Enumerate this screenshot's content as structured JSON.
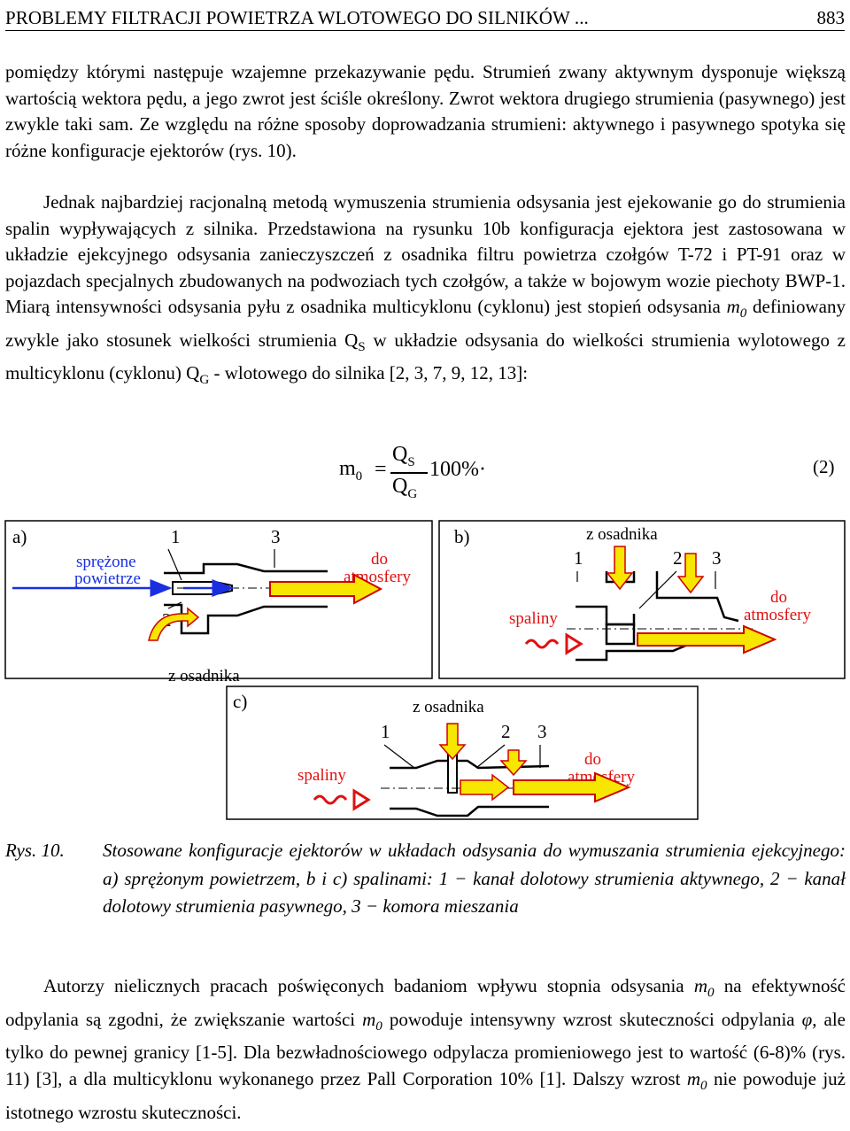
{
  "header": {
    "title": "PROBLEMY FILTRACJI POWIETRZA WLOTOWEGO DO SILNIKÓW ...",
    "page_number": "883"
  },
  "paragraph1": "pomiędzy którymi następuje wzajemne przekazywanie pędu. Strumień zwany aktywnym dysponuje większą wartością wektora pędu, a jego zwrot jest ściśle określony. Zwrot wektora drugiego strumienia (pasywnego) jest zwykle taki sam. Ze względu na różne sposoby doprowadzania strumieni: aktywnego i pasywnego spotyka się różne konfiguracje ejektorów (rys. 10).",
  "paragraph2": {
    "t1": "Jednak najbardziej racjonalną metodą wymuszenia strumienia odsysania jest ejekowanie go do strumienia spalin wypływających z silnika. Przedstawiona na rysunku 10b konfiguracja ejektora jest zastosowana w układzie ejekcyjnego odsysania zanieczyszczeń z osadnika filtru powietrza czołgów T-72 i PT-91 oraz w pojazdach specjalnych zbudowanych na podwoziach tych czołgów, a także w bojowym wozie piechoty BWP-1. Miarą intensywności odsysania pyłu z osadnika multicyklonu (cyklonu) jest stopień odsysania ",
    "sym_m": "m",
    "sub_0": "0",
    "t2": " definiowany zwykle jako stosunek wielkości strumienia Q",
    "sub_S": "S",
    "t3": " w układzie odsysania do wielkości strumienia wylotowego z multicyklonu (cyklonu) Q",
    "sub_G": "G",
    "t4": " - wlotowego do silnika [2, 3, 7, 9, 12, 13]:"
  },
  "equation": {
    "lhs": "m",
    "lhs_sub": "0",
    "equals": "=",
    "numerator": "Q",
    "numerator_sub": "S",
    "denominator": "Q",
    "denominator_sub": "G",
    "factor": "100%",
    "dot": "·",
    "number": "(2)"
  },
  "figure": {
    "panel_a": {
      "label": "a)",
      "label_inlet_1": "sprężone",
      "label_inlet_2": "powietrze",
      "label_outlet_1": "do",
      "label_outlet_2": "atmosfery",
      "label_1": "1",
      "label_2": "2",
      "label_3": "3",
      "label_bottom": "z osadnika"
    },
    "panel_b": {
      "label": "b)",
      "label_top": "z osadnika",
      "label_1": "1",
      "label_2": "2",
      "label_3": "3",
      "label_inlet": "spaliny",
      "label_outlet_1": "do",
      "label_outlet_2": "atmosfery"
    },
    "panel_c": {
      "label": "c)",
      "label_top": "z osadnika",
      "label_1": "1",
      "label_2": "2",
      "label_3": "3",
      "label_inlet": "spaliny",
      "label_outlet_1": "do",
      "label_outlet_2": "atmosfery"
    },
    "colors": {
      "blue_arrow": "#1a2fe0",
      "red_arrow": "#e01010",
      "yellow_arrow": "#f7e600",
      "arrow_outline": "#d00000",
      "frame": "#000000"
    }
  },
  "caption": {
    "label": "Rys. 10.",
    "text": "Stosowane konfiguracje ejektorów w układach odsysania do wymuszania strumienia ejekcyjnego: a) sprężonym powietrzem, b i c) spalinami: 1 − kanał dolotowy strumienia aktywnego, 2 − kanał dolotowy strumienia pasywnego, 3 − komora mieszania"
  },
  "paragraph3": {
    "t1": "Autorzy nielicznych pracach poświęconych badaniom wpływu stopnia odsysania ",
    "m1": "m",
    "m1_sub": "0",
    "t2": " na efektywność odpylania są zgodni, że zwiększanie wartości ",
    "m2": "m",
    "m2_sub": "0",
    "t3": " powoduje intensywny wzrost skuteczności odpylania ",
    "phi": "φ",
    "t4": ", ale tylko do pewnej granicy [1-5]. Dla bezwładnościowego odpylacza promieniowego jest to wartość (6-8)% (rys. 11) [3], a dla multicyklonu wykonanego przez Pall Corporation 10% [1]. Dalszy wzrost ",
    "m3": "m",
    "m3_sub": "0",
    "t5": " nie powoduje już istotnego wzrostu skuteczności."
  }
}
